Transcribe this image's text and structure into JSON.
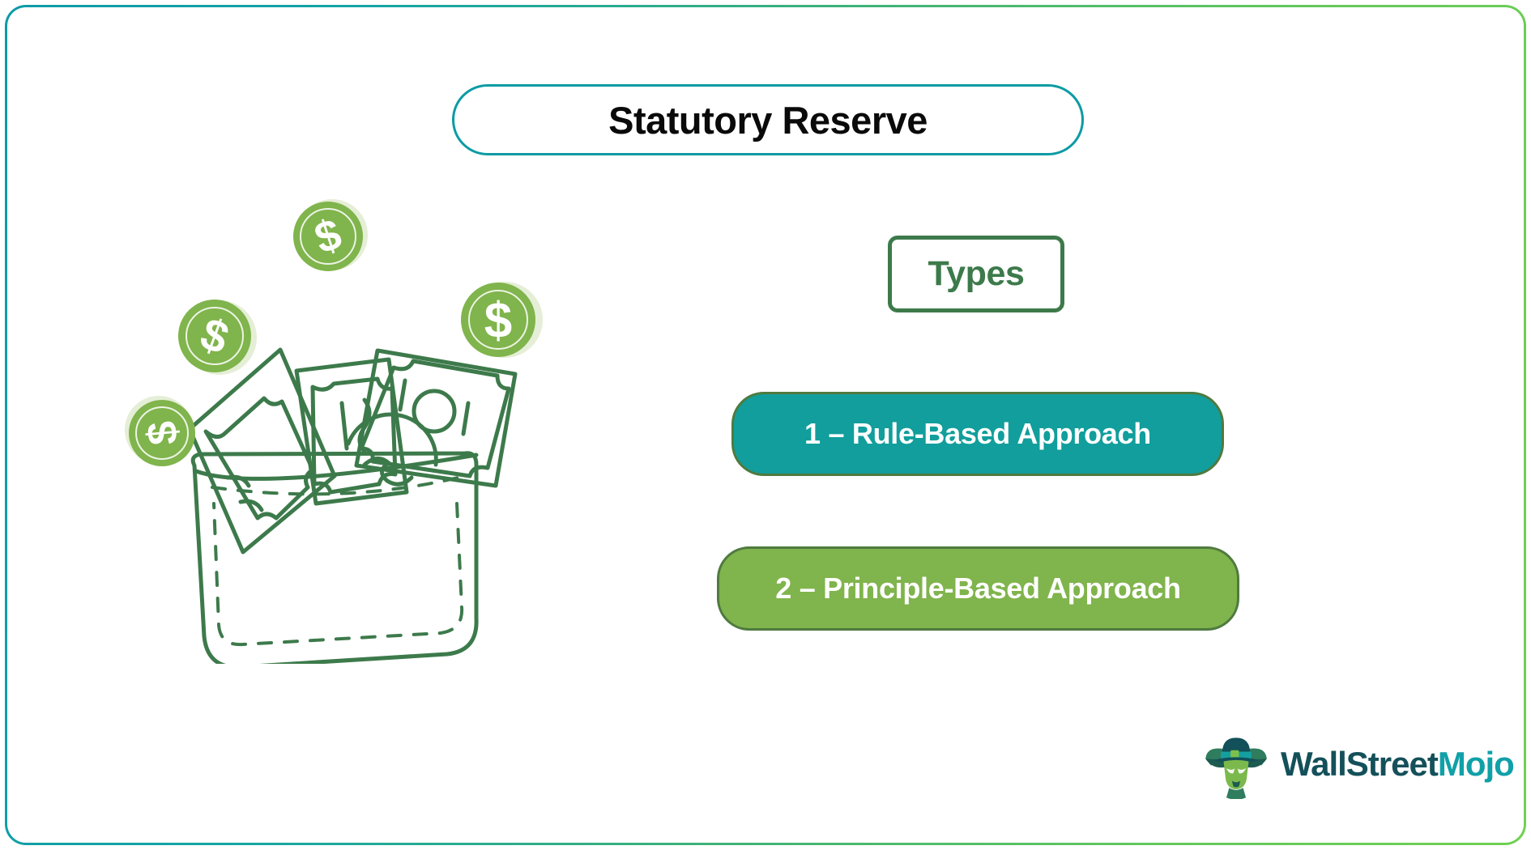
{
  "page": {
    "background": "#ffffff",
    "border_gradient_from": "#0e9aa7",
    "border_gradient_to": "#6fd152"
  },
  "title": {
    "text": "Statutory Reserve",
    "border_color": "#0c9ba4",
    "text_color": "#0a0a0a"
  },
  "types": {
    "heading": "Types",
    "heading_color": "#3d7a4b",
    "items": [
      {
        "label": "1 – Rule-Based Approach",
        "background": "#119e9c",
        "text_color": "#ffffff",
        "border_color": "#4f7a3f"
      },
      {
        "label": "2 – Principle-Based Approach",
        "background": "#80b44c",
        "text_color": "#ffffff",
        "border_color": "#4f7a3f"
      }
    ]
  },
  "illustration": {
    "name": "wallet-with-cash-and-coins",
    "line_color": "#3d7a4b",
    "coin_color": "#80b44c",
    "coin_symbol": "$",
    "coin_count": 4,
    "banknote_count": 3
  },
  "logo": {
    "mark_name": "wallstreetmojo-bull-icon",
    "word_primary": "WallStreet",
    "word_accent": "Mojo",
    "primary_color": "#14505a",
    "accent_color": "#10a0a8"
  }
}
